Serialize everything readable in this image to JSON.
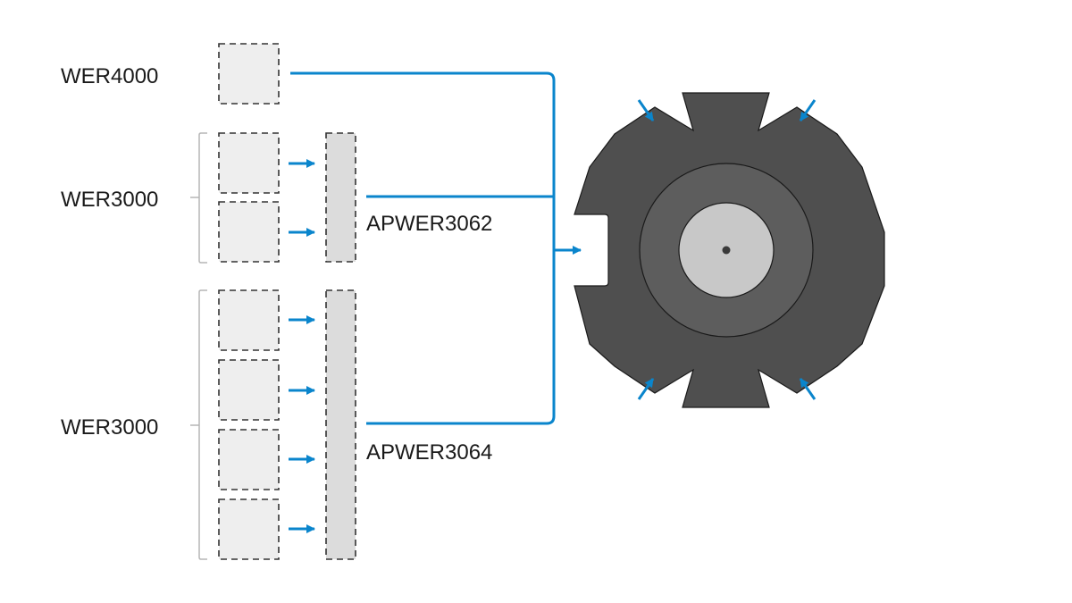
{
  "groups": {
    "wer4000": {
      "label": "WER4000"
    },
    "wer3000_a": {
      "label": "WER3000"
    },
    "wer3000_b": {
      "label": "WER3000"
    }
  },
  "adapters": {
    "apwer3062": {
      "label": "APWER3062"
    },
    "apwer3064": {
      "label": "APWER3064"
    }
  },
  "colors": {
    "accent": "#0a85cc",
    "module_fill": "#eeeeee",
    "adapter_fill": "#dcdcdc",
    "dash_stroke": "#333333",
    "bracket": "#b5b5b5",
    "hub_dark": "#4f4f4f",
    "hub_mid": "#5d5d5d",
    "hub_light": "#c8c8c8"
  }
}
